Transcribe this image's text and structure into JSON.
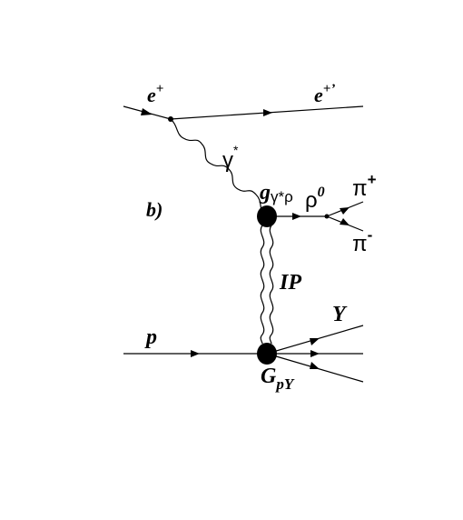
{
  "panel_label": "b)",
  "particles": {
    "positron_in": {
      "base": "e",
      "sup": "+"
    },
    "positron_out": {
      "base": "e",
      "sup": "+’"
    },
    "photon": {
      "base": "γ",
      "sup": "*"
    },
    "rho": {
      "base": "ρ",
      "sup": "0"
    },
    "pion_plus": {
      "base": "π",
      "sup": "+"
    },
    "pion_minus": {
      "base": "π",
      "sup": "-"
    },
    "pomeron": "IP",
    "proton": "p",
    "dissociated": "Y"
  },
  "couplings": {
    "upper_vertex": {
      "base": "g",
      "sub": "γ*ρ"
    },
    "lower_vertex": {
      "base": "G",
      "sub": "pY"
    }
  },
  "colors": {
    "ink": "#000000",
    "background": "#ffffff"
  }
}
